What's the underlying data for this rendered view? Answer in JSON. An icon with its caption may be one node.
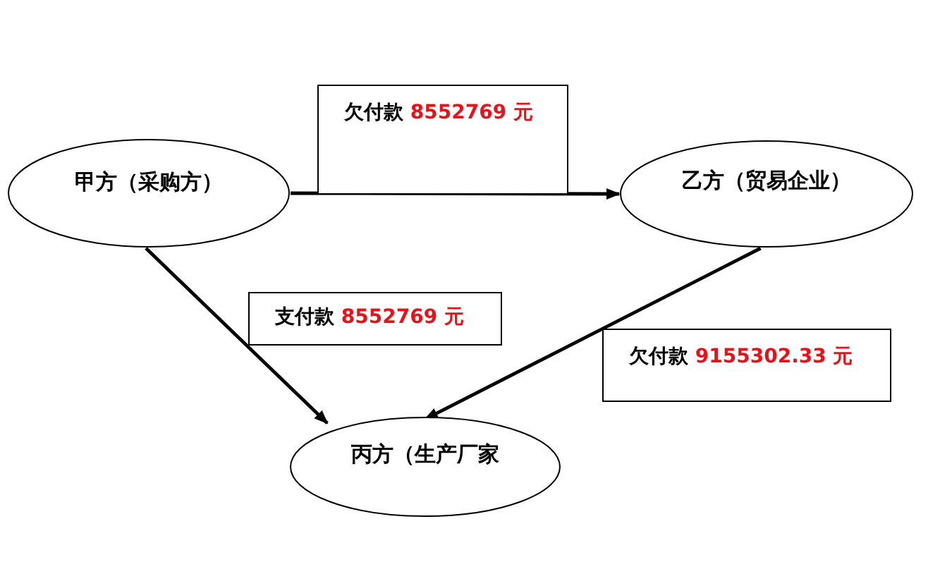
{
  "diagram": {
    "nodes": [
      {
        "text": [
          "甲方（采购方）"
        ]
      },
      {
        "text": [
          "乙方（贸易企业）"
        ]
      },
      {
        "text": [
          "丙方（生产厂家"
        ]
      }
    ],
    "edges": [
      {
        "from": 0,
        "to": 1,
        "arrow": "to",
        "label": "欠付款 8552769 元"
      },
      {
        "from": 0,
        "to": 2,
        "arrow": "to",
        "label": "支付款 8552769 元"
      },
      {
        "from": 1,
        "to": 2,
        "arrow": "to",
        "label": "欠付款 9155302.33 元"
      }
    ]
  }
}
